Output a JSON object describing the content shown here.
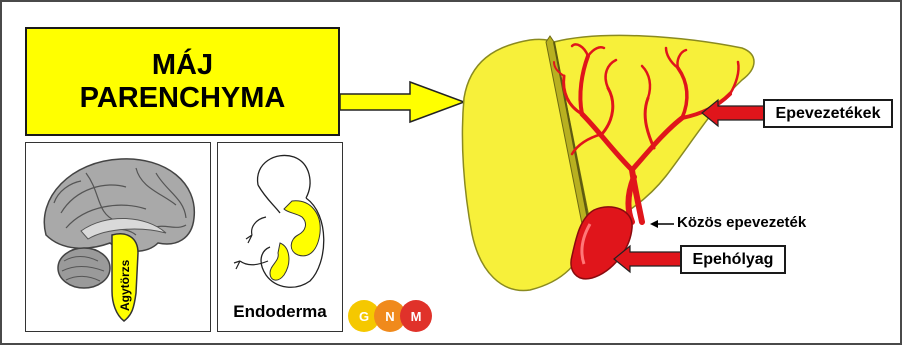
{
  "title": {
    "line1": "MÁJ",
    "line2": "PARENCHYMA"
  },
  "panels": {
    "brain": {
      "label": "Agytörzs"
    },
    "embryo": {
      "label": "Endoderma"
    }
  },
  "liver_labels": {
    "ducts": "Epevezetékek",
    "common_duct": "Közös epevezeték",
    "gallbladder": "Epehólyag"
  },
  "logo": {
    "letters": [
      "G",
      "N",
      "M"
    ],
    "colors": [
      "#f5c800",
      "#f08a1c",
      "#e0322a"
    ]
  },
  "colors": {
    "highlight_yellow": "#ffff00",
    "liver_yellow": "#f7f03a",
    "duct_red": "#e0151b"
  }
}
